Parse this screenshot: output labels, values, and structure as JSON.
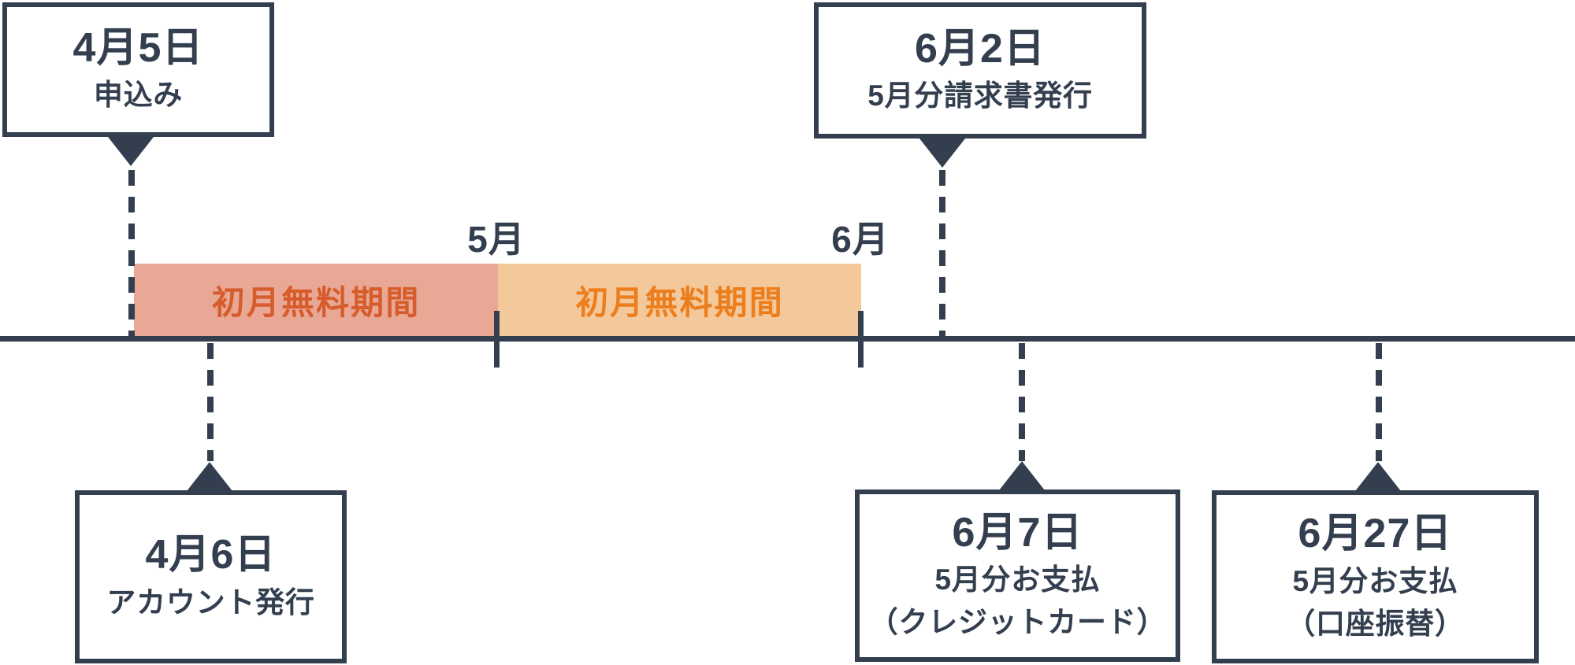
{
  "colors": {
    "ink": "#333e4f",
    "background": "#ffffff",
    "bar_april_fill": "#e9a895",
    "bar_april_text": "#d65d2b",
    "bar_may_fill": "#f3c99c",
    "bar_may_text": "#ec7e1d"
  },
  "axis": {
    "month_labels": [
      {
        "label": "5月"
      },
      {
        "label": "6月"
      }
    ]
  },
  "bars": [
    {
      "label": "初月無料期間"
    },
    {
      "label": "初月無料期間"
    }
  ],
  "callouts": {
    "top_left": {
      "title": "4月5日",
      "lines": [
        "申込み"
      ]
    },
    "top_right": {
      "title": "6月2日",
      "lines": [
        "5月分請求書発行"
      ]
    },
    "bottom_left": {
      "title": "4月6日",
      "lines": [
        "アカウント発行"
      ]
    },
    "bottom_middle": {
      "title": "6月7日",
      "lines": [
        "5月分お支払",
        "（クレジットカード）"
      ]
    },
    "bottom_right": {
      "title": "6月27日",
      "lines": [
        "5月分お支払",
        "（口座振替）"
      ]
    }
  }
}
